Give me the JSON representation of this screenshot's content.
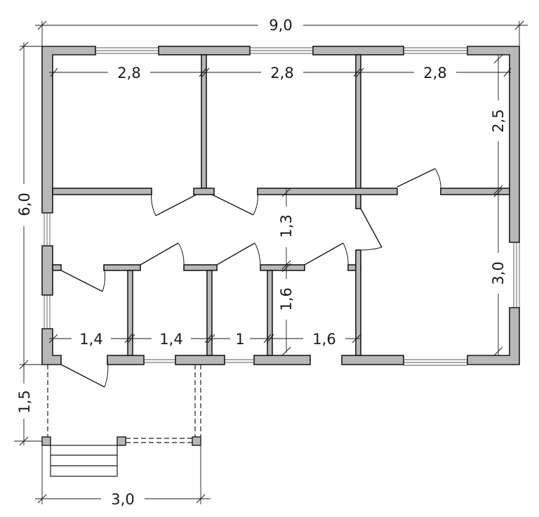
{
  "dimensions": {
    "total_width": "9,0",
    "total_depth": "6,0",
    "room_width_1": "2,8",
    "room_width_2": "2,8",
    "room_width_3": "2,8",
    "right_upper_room": "2,5",
    "right_lower_room": "3,0",
    "corridor_width": "1,3",
    "small_room_depth": "1,6",
    "bottom_1": "1,4",
    "bottom_2": "1,4",
    "bottom_3": "1",
    "bottom_4": "1,6",
    "porch_depth": "1,5",
    "porch_width": "3,0"
  }
}
